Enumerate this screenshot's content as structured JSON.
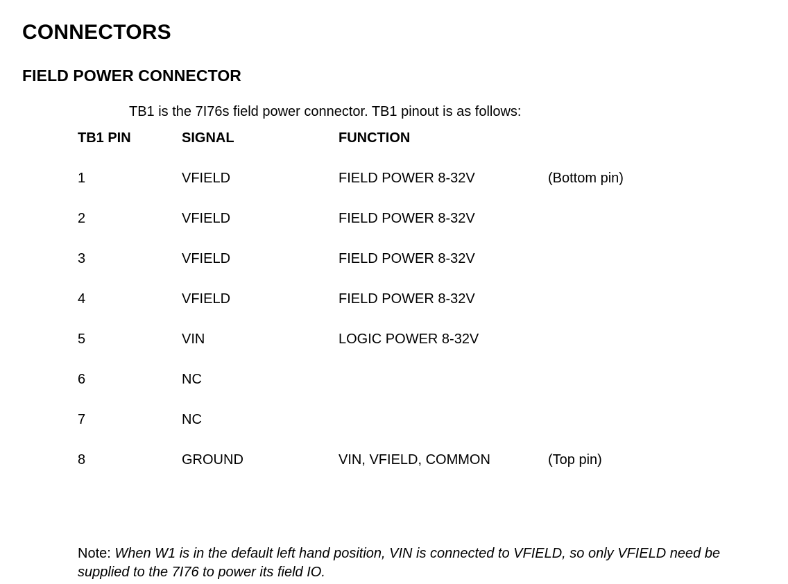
{
  "document": {
    "title": "CONNECTORS",
    "subtitle": "FIELD POWER CONNECTOR",
    "intro": "TB1 is the 7I76s field power connector. TB1 pinout is as follows:"
  },
  "pinout_table": {
    "headers": {
      "pin": "TB1 PIN",
      "signal": "SIGNAL",
      "function": "FUNCTION",
      "note": ""
    },
    "rows": [
      {
        "pin": "1",
        "signal": "VFIELD",
        "function": "FIELD POWER 8-32V",
        "note": "(Bottom pin)"
      },
      {
        "pin": "2",
        "signal": "VFIELD",
        "function": "FIELD POWER 8-32V",
        "note": ""
      },
      {
        "pin": "3",
        "signal": "VFIELD",
        "function": "FIELD POWER 8-32V",
        "note": ""
      },
      {
        "pin": "4",
        "signal": "VFIELD",
        "function": "FIELD POWER 8-32V",
        "note": ""
      },
      {
        "pin": "5",
        "signal": "VIN",
        "function": "LOGIC POWER 8-32V",
        "note": ""
      },
      {
        "pin": "6",
        "signal": "NC",
        "function": "",
        "note": ""
      },
      {
        "pin": "7",
        "signal": "NC",
        "function": "",
        "note": ""
      },
      {
        "pin": "8",
        "signal": "GROUND",
        "function": "VIN, VFIELD, COMMON",
        "note": "(Top pin)"
      }
    ]
  },
  "note": {
    "label": "Note:",
    "body": "When W1 is in the default left hand position, VIN is connected to VFIELD, so only VFIELD need be supplied to the 7I76 to power its field IO."
  },
  "colors": {
    "text": "#000000",
    "background": "#ffffff"
  }
}
